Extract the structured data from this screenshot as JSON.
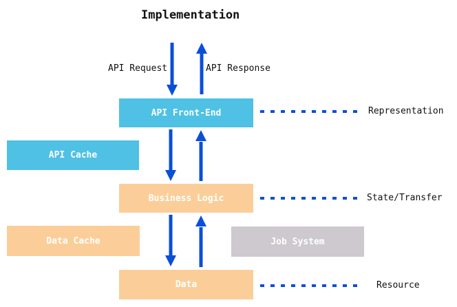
{
  "diagram": {
    "title": "Implementation",
    "flow_labels": {
      "request": "API Request",
      "response": "API Response"
    },
    "layers": [
      {
        "id": "api-front-end",
        "label": "API Front-End",
        "annotation": "Representation",
        "color": "#4EC1E5"
      },
      {
        "id": "business-logic",
        "label": "Business Logic",
        "annotation": "State/Transfer",
        "color": "#FBCE99"
      },
      {
        "id": "data",
        "label": "Data",
        "annotation": "Resource",
        "color": "#FBCE99"
      }
    ],
    "side_boxes": [
      {
        "id": "api-cache",
        "label": "API Cache",
        "color": "#4EC1E5"
      },
      {
        "id": "data-cache",
        "label": "Data Cache",
        "color": "#FBCE99"
      },
      {
        "id": "job-system",
        "label": "Job System",
        "color": "#CDC9CE"
      }
    ],
    "colors": {
      "arrow": "#0A4FD7",
      "dashed_line": "#0A4FD7",
      "blue_box": "#4EC1E5",
      "orange_box": "#FBCE99",
      "gray_box": "#CDC9CE",
      "box_text": "#FFFFFF",
      "label_text": "#111111"
    }
  }
}
